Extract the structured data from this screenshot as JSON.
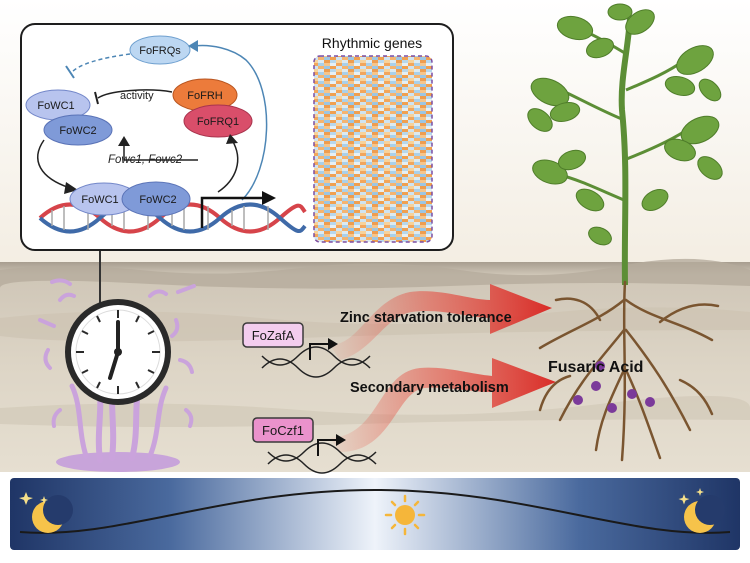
{
  "inset": {
    "proteins": {
      "fofrqs": "FoFRQs",
      "fowc1": "FoWC1",
      "fowc2": "FoWC2",
      "fofrh": "FoFRH",
      "fofrq1": "FoFRQ1",
      "complex_wc1": "FoWC1",
      "complex_wc2": "FoWC2"
    },
    "activity_label": "activity",
    "genes_label": "Fowc1, Fowc2",
    "heatmap_title": "Rhythmic genes"
  },
  "soil": {
    "fozafa": "FoZafA",
    "foczf1": "FoCzf1",
    "zinc_label": "Zinc starvation tolerance",
    "secondary_label": "Secondary metabolism",
    "fusaric_label": "Fusaric Acid"
  },
  "colors": {
    "sky_top": "#f7f1e3",
    "soil_top": "#bdb3a2",
    "soil_mid": "#d9d0c0",
    "night": "#1c2f5e",
    "day": "#eef3fa",
    "arrow_red": "#e0302b",
    "fungus": "#d7b8e6",
    "wc1": "#b8c4ee",
    "wc2": "#7f9ad8",
    "frh": "#ec7b3b",
    "frq1": "#d94e6a",
    "frqs": "#bcd7f2",
    "fozafa_box": "#f0c8ec",
    "foczf1_box": "#ea92cc",
    "berry": "#7b3a9a",
    "leaf": "#6a9b3c",
    "stem": "#5c8e36",
    "root": "#7a5530"
  },
  "icons": [
    "clock-icon",
    "sun-icon",
    "moon-icon",
    "star-icon",
    "dna-helix-icon",
    "promoter-arrow-icon",
    "tomato-plant-icon",
    "fungal-mycelium-icon"
  ]
}
